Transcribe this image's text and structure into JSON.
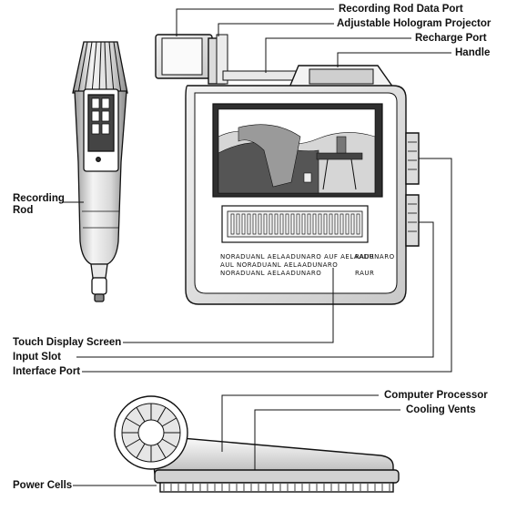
{
  "labels": {
    "recording_rod_data_port": "Recording Rod Data Port",
    "adjustable_hologram_projector": "Adjustable Hologram Projector",
    "recharge_port": "Recharge Port",
    "handle": "Handle",
    "recording_rod_line1": "Recording",
    "recording_rod_line2": "Rod",
    "touch_display_screen": "Touch Display Screen",
    "input_slot": "Input Slot",
    "interface_port": "Interface Port",
    "computer_processor": "Computer Processor",
    "cooling_vents": "Cooling Vents",
    "power_cells": "Power Cells"
  },
  "screen_text": {
    "line1_left": "NORADUANL AELAADUNARO AUF AELAADUNARO",
    "line1_right": "RAUR",
    "line2": "AUL NORADUANL AELAADUNARO",
    "line3_left": "NORADUANL AELAADUNARO",
    "line3_right": "RAUR"
  },
  "colors": {
    "ink": "#111111",
    "screen_dark": "#3a3a3a",
    "device_fill": "#ffffff",
    "shade": "#bdbdbd"
  }
}
